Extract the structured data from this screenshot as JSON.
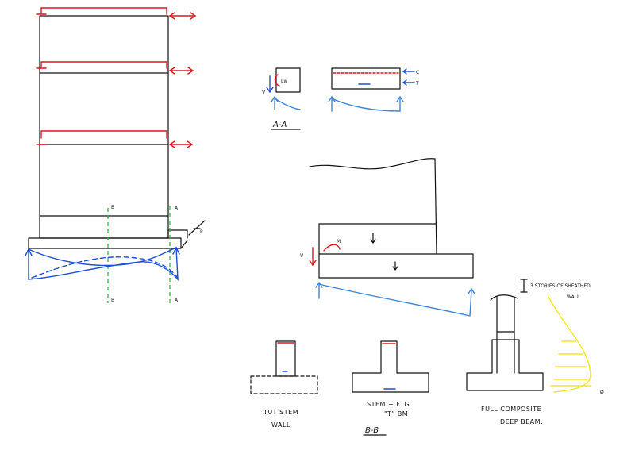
{
  "labels": {
    "section_top_b": "B",
    "section_top_a": "A",
    "section_bot_b": "B",
    "section_bot_a": "A",
    "section_aa_inner": "Lw",
    "section_aa_title": "A-A",
    "footing_v": "V",
    "footing_m": "M",
    "footing_p": "P",
    "compression": "C",
    "tension": "T",
    "option1_line1": "TUT STEM",
    "option1_line2": "WALL",
    "option2_line1": "STEM + FTG.",
    "option2_line2": "\"T\" BM",
    "option3_line1": "FULL COMPOSITE",
    "option3_line2": "DEEP BEAM.",
    "section_bb_title": "B-B",
    "stories_line1": "3 STORIES OF SHEATHED",
    "stories_line2": "WALL",
    "yellow_tag": "Ø"
  },
  "colors": {
    "ink": "#111111",
    "lateral_force": "#e0141e",
    "soil_pressure": "#1f4fd1",
    "reaction": "#3a86d6",
    "section_cut": "#1db82b",
    "stress_profile": "#f2e81c"
  }
}
